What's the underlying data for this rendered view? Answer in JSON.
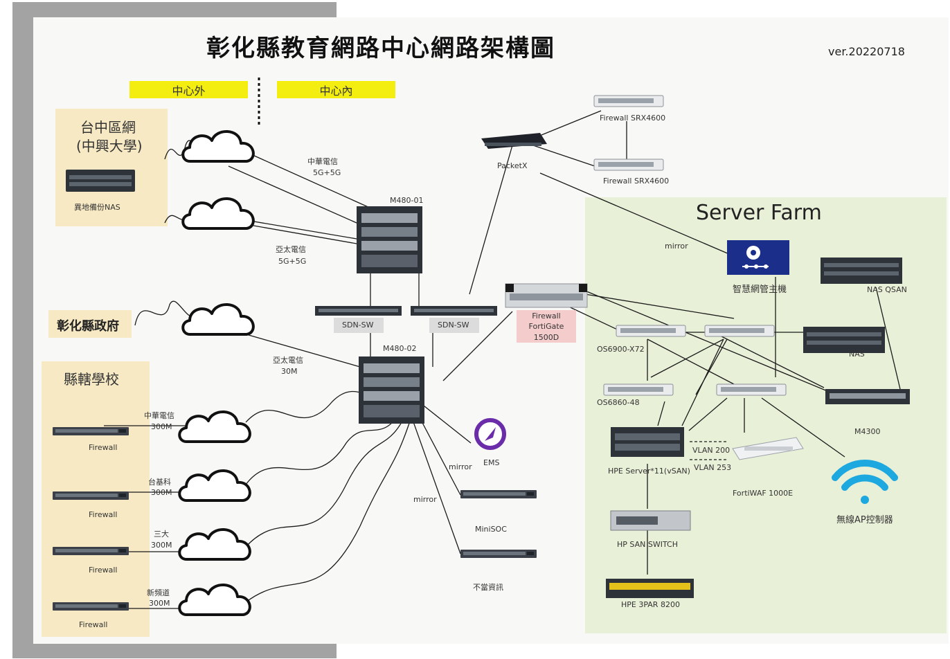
{
  "title": "彰化縣教育網路中心網路架構圖",
  "version": "ver.20220718",
  "zones": {
    "outside": "中心外",
    "inside": "中心內",
    "server_farm": "Server Farm"
  },
  "taichung": {
    "title_line1": "台中區網",
    "title_line2": "(中興大學)",
    "nas_label": "異地備份NAS"
  },
  "gov_label": "彰化縣政府",
  "schools": {
    "title": "縣轄學校",
    "firewall_label": "Firewall",
    "links": [
      {
        "isp": "中華電信",
        "bw": "300M"
      },
      {
        "isp": "台基科",
        "bw": "300M"
      },
      {
        "isp": "三大",
        "bw": "300M"
      },
      {
        "isp": "新頻道",
        "bw": "300M"
      }
    ]
  },
  "uplinks": {
    "cht": {
      "isp": "中華電信",
      "bw": "5G+5G"
    },
    "aptg1": {
      "isp": "亞太電信",
      "bw": "5G+5G"
    },
    "aptg2": {
      "isp": "亞太電信",
      "bw": "30M"
    }
  },
  "devices": {
    "m480_01": "M480-01",
    "m480_02": "M480-02",
    "sdn_sw": "SDN-SW",
    "packetx": "PacketX",
    "srx_a": "Firewall SRX4600",
    "srx_b": "Firewall SRX4600",
    "fortigate_l1": "Firewall",
    "fortigate_l2": "FortiGate",
    "fortigate_l3": "1500D",
    "ems": "EMS",
    "minisoc": "MiniSOC",
    "badinfo": "不當資訊",
    "mirror": "mirror",
    "smart_host": "智慧網管主機",
    "nas_qsan": "NAS QSAN",
    "nas": "NAS",
    "os6900": "OS6900-X72",
    "os6860": "OS6860-48",
    "m4300": "M4300",
    "hpe_server": "HPE Server*11(vSAN)",
    "vlan200": "VLAN 200",
    "vlan253": "VLAN 253",
    "fortiwaf": "FortiWAF 1000E",
    "hp_san": "HP SAN SWITCH",
    "hpe_3par": "HPE 3PAR 8200",
    "wifi": "無線AP控制器"
  },
  "colors": {
    "yellow": "#f4ee10",
    "zone_fill": "#f7e9c4",
    "server_farm_fill": "#e8f0d8",
    "fortigate_fill": "#f4cccc",
    "tag_fill": "#dcdcdc",
    "smart_host_fill": "#1a2e8a",
    "ems_purple": "#6a2ca8",
    "wifi_blue": "#1da8e0",
    "shadow_gray": "#a3a3a3"
  }
}
